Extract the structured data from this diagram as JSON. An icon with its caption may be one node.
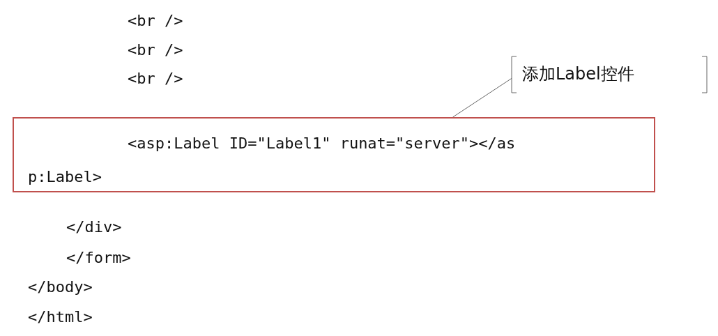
{
  "diagram": {
    "nodes": [
      {
        "text": [
          "<asp:Label ID=\"Label1\" runat=\"server\"></asp:Label>"
        ]
      },
      {
        "text": [
          "添加Label控件"
        ]
      }
    ],
    "edges": [
      {
        "from": 1,
        "to": 0,
        "arrow": "none"
      }
    ],
    "labels": [
      "<br />",
      "<br />",
      "<br />",
      "</div>",
      "</form>",
      "</body>",
      "</html>"
    ]
  }
}
